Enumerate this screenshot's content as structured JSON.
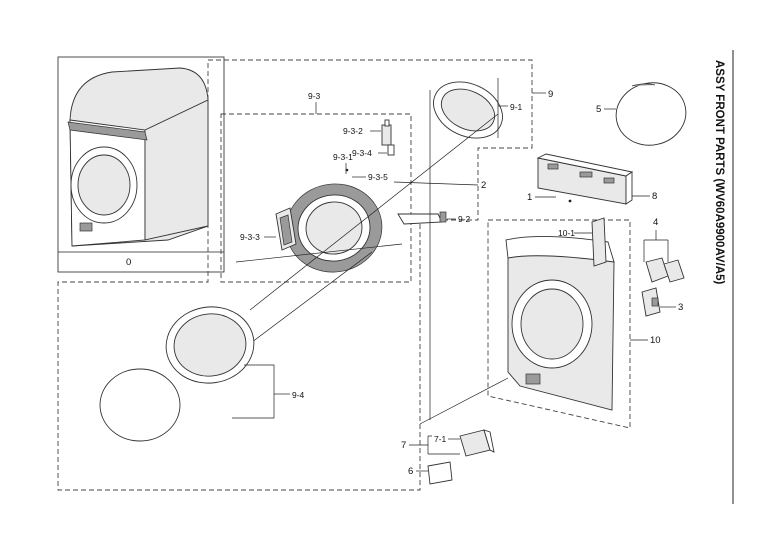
{
  "title": "ASSY FRONT PARTS (WV60A9900AV/A5)",
  "callouts": {
    "c0": "0",
    "c1": "1",
    "c2": "2",
    "c3": "3",
    "c4": "4",
    "c5": "5",
    "c6": "6",
    "c7": "7",
    "c7_1": "7-1",
    "c8": "8",
    "c9": "9",
    "c9_1": "9-1",
    "c9_2": "9-2",
    "c9_3": "9-3",
    "c9_3_1": "9-3-1",
    "c9_3_2": "9-3-2",
    "c9_3_3": "9-3-3",
    "c9_3_4": "9-3-4",
    "c9_3_5": "9-3-5",
    "c9_4": "9-4",
    "c10": "10",
    "c10_1": "10-1"
  },
  "parts": [
    {
      "id": "0",
      "icon": "washer-assembly-icon"
    },
    {
      "id": "1",
      "icon": "screw-icon"
    },
    {
      "id": "2",
      "icon": "door-glass-ring-icon"
    },
    {
      "id": "3",
      "icon": "bracket-icon"
    },
    {
      "id": "4",
      "icon": "bracket-icon"
    },
    {
      "id": "5",
      "icon": "door-glass-icon"
    },
    {
      "id": "6",
      "icon": "cover-icon"
    },
    {
      "id": "7",
      "icon": "filter-cover-assembly-icon"
    },
    {
      "id": "8",
      "icon": "control-panel-icon"
    },
    {
      "id": "9",
      "icon": "door-assembly-icon"
    },
    {
      "id": "10",
      "icon": "front-frame-icon"
    }
  ]
}
